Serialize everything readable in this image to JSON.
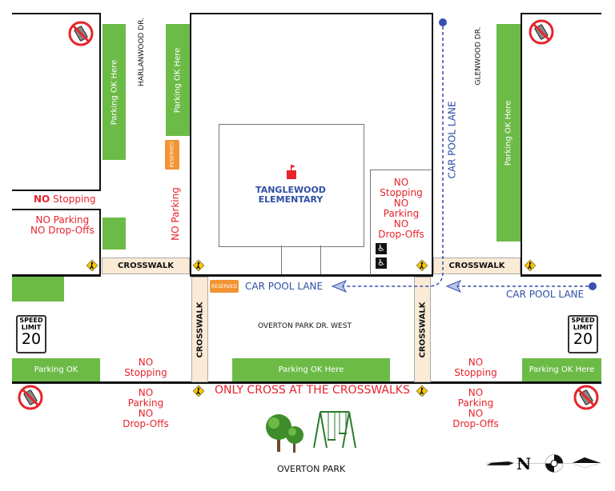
{
  "school": {
    "name_line1": "TANGLEWOOD",
    "name_line2": "ELEMENTARY"
  },
  "streets": {
    "harlanwood": "HARLANWOOD DR.",
    "glenwood": "GLENWOOD DR.",
    "overton_west": "OVERTON PARK DR. WEST",
    "park": "OVERTON PARK"
  },
  "parking": {
    "left_col": "Parking OK Here",
    "mid_col": "Parking OK Here",
    "right_col": "Parking OK Here",
    "bottom_left": "Parking OK",
    "bottom_mid": "Parking OK Here",
    "bottom_right": "Parking OK Here"
  },
  "crosswalk": "CROSSWALK",
  "reserved": "RESERVED",
  "car_pool": "CAR POOL LANE",
  "restrictions": {
    "no": "NO",
    "stopping": "Stopping",
    "parking": "Parking",
    "dropoffs": "Drop-Offs",
    "no_stopping": "NO Stopping",
    "no_parking": "NO Parking",
    "no_dropoffs": "NO Drop-Offs"
  },
  "warning": "ONLY CROSS AT THE CROSSWALKS",
  "speed_limit": {
    "label1": "SPEED",
    "label2": "LIMIT",
    "value": "20"
  },
  "compass": "N",
  "colors": {
    "parking": "#6cbb47",
    "restriction": "#e6242c",
    "carpool": "#2f4ea5",
    "reserved": "#f39433",
    "crosswalk": "#fbebd6"
  },
  "icons": [
    "no-phone-icon",
    "pedestrian-crossing-icon",
    "wheelchair-icon",
    "flag-icon",
    "trees-icon",
    "swing-set-icon",
    "compass-icon"
  ]
}
